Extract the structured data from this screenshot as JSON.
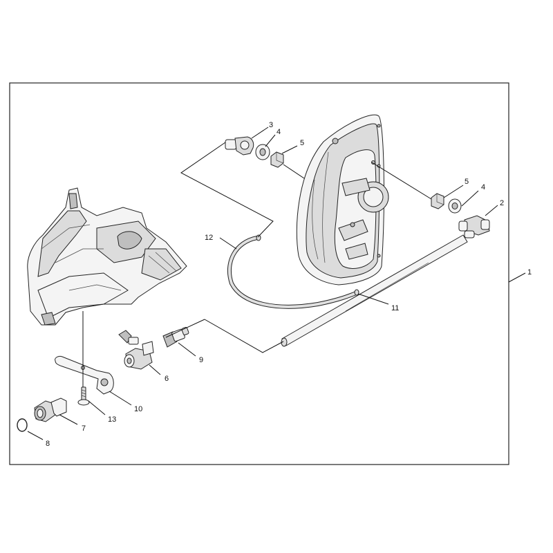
{
  "diagram": {
    "callouts": [
      {
        "id": "c1",
        "label": "1"
      },
      {
        "id": "c2",
        "label": "2"
      },
      {
        "id": "c3",
        "label": "3"
      },
      {
        "id": "c4a",
        "label": "4"
      },
      {
        "id": "c4b",
        "label": "4"
      },
      {
        "id": "c5a",
        "label": "5"
      },
      {
        "id": "c5b",
        "label": "5"
      },
      {
        "id": "c6",
        "label": "6"
      },
      {
        "id": "c7",
        "label": "7"
      },
      {
        "id": "c8",
        "label": "8"
      },
      {
        "id": "c9",
        "label": "9"
      },
      {
        "id": "c10",
        "label": "10"
      },
      {
        "id": "c11",
        "label": "11"
      },
      {
        "id": "c12",
        "label": "12"
      },
      {
        "id": "c13",
        "label": "13"
      }
    ]
  }
}
